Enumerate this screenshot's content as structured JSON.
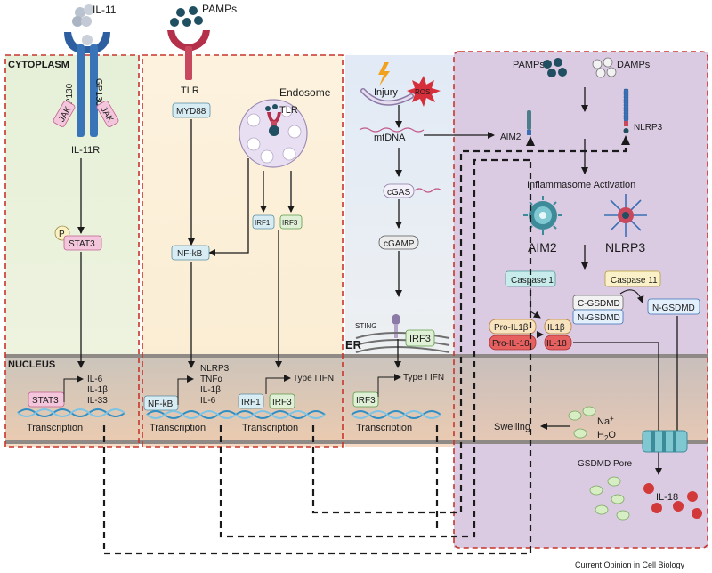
{
  "labels": {
    "cytoplasm": "CYTOPLASM",
    "nucleus": "NUCLEUS",
    "il11": "IL-11",
    "pamps_top": "PAMPs",
    "gp130_left": "GP130",
    "gp130_right": "GP130",
    "jak_left": "JAK",
    "jak_right": "JAK",
    "il11r": "IL-11R",
    "p": "P",
    "stat3": "STAT3",
    "tlr": "TLR",
    "myd88": "MYD88",
    "endosome": "Endosome",
    "tlr_endo": "TLR",
    "nfkb": "NF-kB",
    "irf1": "IRF1",
    "irf3": "IRF3",
    "injury": "Injury",
    "ros": "ROS",
    "mtdna": "mtDNA",
    "cgas": "cGAS",
    "cgamp": "cGAMP",
    "sting": "STING",
    "er": "ER",
    "irf3_er": "IRF3",
    "pamps_right": "PAMPs",
    "damps": "DAMPs",
    "aim2_sensor": "AIM2",
    "nlrp3_sensor": "NLRP3",
    "inflammasome_activation": "Inflammasome Activation",
    "aim2_big": "AIM2",
    "nlrp3_big": "NLRP3",
    "caspase1": "Caspase 1",
    "caspase11": "Caspase 11",
    "c_gsdmd": "C-GSDMD",
    "n_gsdmd_pair": "N-GSDMD",
    "n_gsdmd": "N-GSDMD",
    "pro_il1b": "Pro-IL1β",
    "pro_il18": "Pro-IL-18",
    "il1b": "IL1β",
    "il18_box": "IL-18",
    "nuc_stat3": "STAT3",
    "nuc_il6": "IL-6",
    "nuc_il1b": "IL-1β",
    "nuc_il33": "IL-33",
    "nuc_nfkb": "NF-kB",
    "nuc_nlrp3": "NLRP3",
    "nuc_tnfa": "TNFα",
    "nuc_il1b_2": "IL-1β",
    "nuc_il6_2": "IL-6",
    "nuc_irf1": "IRF1",
    "nuc_irf3": "IRF3",
    "type1ifn_a": "Type I IFN",
    "nuc_irf3_b": "IRF3",
    "type1ifn_b": "Type I IFN",
    "transcription_1": "Transcription",
    "transcription_2": "Transcription",
    "transcription_3": "Transcription",
    "transcription_4": "Transcription",
    "swelling": "Swelling",
    "na": "Na",
    "na_sup": "+",
    "h2o_h": "H",
    "h2o_sub": "2",
    "h2o_o": "O",
    "gsdmd_pore": "GSDMD Pore",
    "il18_out": "IL-18",
    "credit": "Current Opinion in Cell Biology"
  },
  "colors": {
    "panel1": "#e6f0d8",
    "panel2": "#fbefd7",
    "panel3": "#e3ecf7",
    "panel4": "#dccde6",
    "nucleus_band": "#a7a3a0",
    "dashed_red": "#c8352c",
    "stat3": "#f3c6dc",
    "nfkb": "#d8ecf3",
    "irf3": "#dff0d6",
    "caspase": "#c8ecec",
    "pro": "#f0a9a9",
    "mature": "#f8e3bf",
    "receptor_blue": "#2d5fa0",
    "tlr_red": "#b4304a",
    "teal": "#1f5f6c",
    "green_dot": "#d7edc4",
    "red_dot": "#d23a3a"
  }
}
